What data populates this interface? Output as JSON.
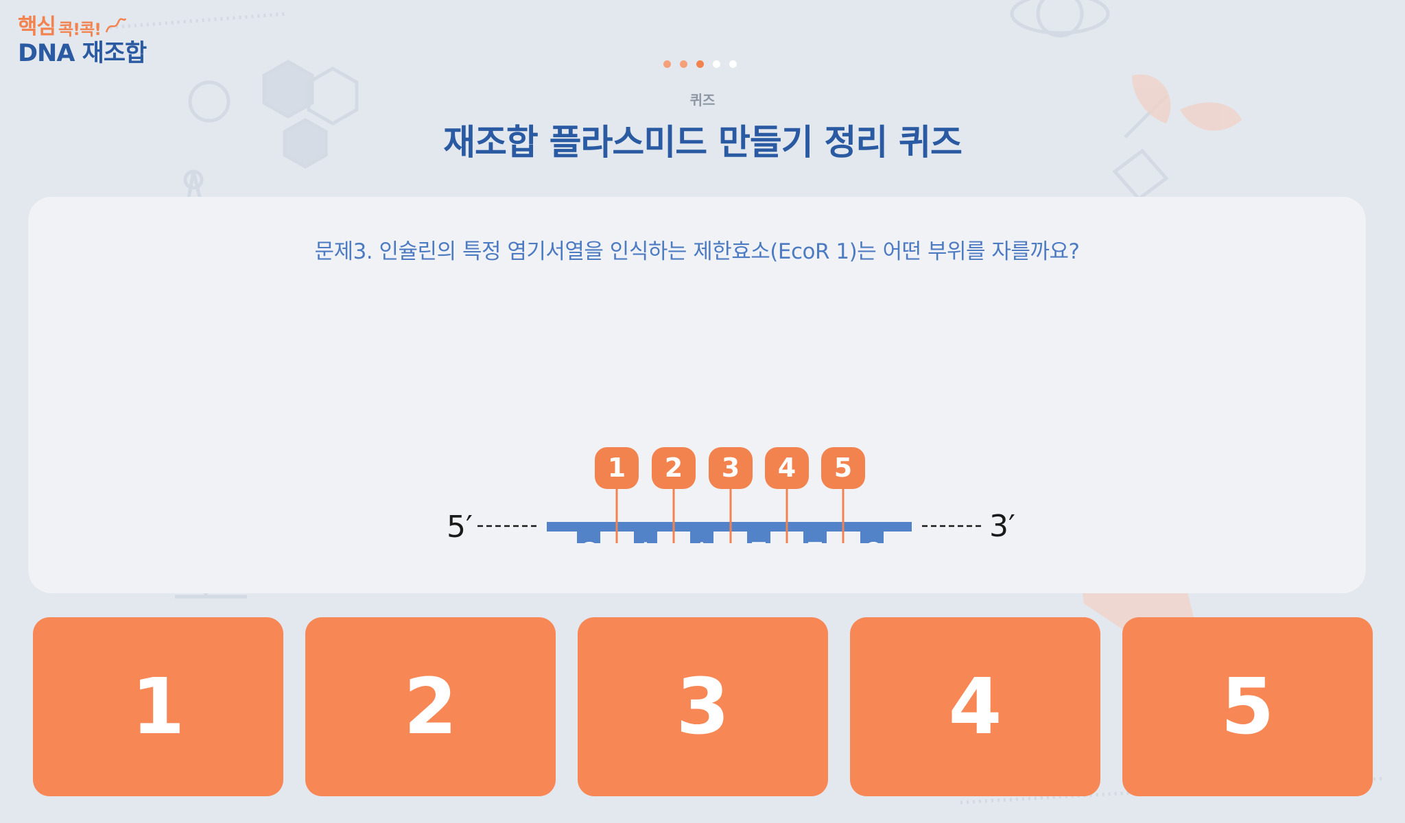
{
  "logo": {
    "keyword": "핵심",
    "tagline": "콕!콕!",
    "subject": "DNA 재조합"
  },
  "progress": {
    "total": 5,
    "current": 3
  },
  "header": {
    "section": "퀴즈",
    "title": "재조합 플라스미드 만들기 정리 퀴즈"
  },
  "question": {
    "text": "문제3.  인슐린의 특정 염기서열을 인식하는 제한효소(EcoR 1)는 어떤 부위를 자를까요?"
  },
  "diagram": {
    "left_end": "5′",
    "right_end": "3′",
    "bases": [
      "G",
      "A",
      "A",
      "T",
      "T",
      "C"
    ],
    "cut_markers": [
      "1",
      "2",
      "3",
      "4",
      "5"
    ]
  },
  "answers": [
    "1",
    "2",
    "3",
    "4",
    "5"
  ],
  "colors": {
    "background": "#e3e7ee",
    "card": "#f0f2f6",
    "primary_orange": "#f88756",
    "marker_orange": "#f2834f",
    "title_blue": "#2a5aa1",
    "strand_blue": "#5282c8",
    "question_blue": "#4d7bc2"
  }
}
